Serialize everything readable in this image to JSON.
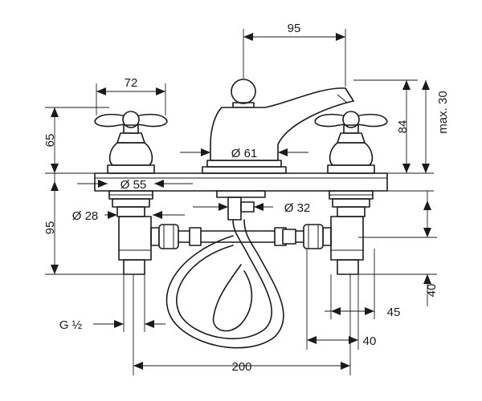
{
  "dimensions": {
    "d95_top": "95",
    "d72": "72",
    "d65": "65",
    "d84": "84",
    "dmax30": "max. 30",
    "d61": "Ø 61",
    "d55": "Ø 55",
    "d28": "Ø 28",
    "d32": "Ø 32",
    "d95_left": "95",
    "d40_right": "40",
    "d45": "45",
    "d40_bottom": "40",
    "dG": "G ½",
    "d200": "200"
  },
  "icons": [
    "arrowhead",
    "union-nut",
    "hose-loop"
  ],
  "colors": {
    "line": "#1a1a1a",
    "background": "#ffffff"
  }
}
